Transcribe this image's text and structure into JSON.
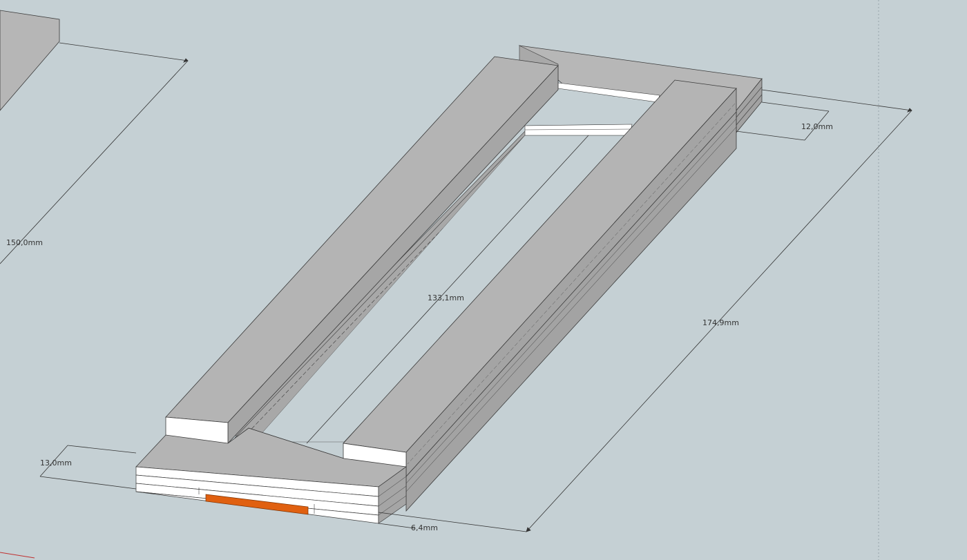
{
  "viewport": {
    "background": "#c5d0d4",
    "face_top": "#b4b4b4",
    "face_side": "#a3a3a3",
    "face_light": "#ffffff",
    "accent": "#e06010",
    "edge": "#3a3a3a",
    "dimension_color": "#333333"
  },
  "dimensions": {
    "left_width": "150,0mm",
    "center_span": "133,1mm",
    "total_length": "174,9mm",
    "slot_width": "12,0mm",
    "height": "13,0mm",
    "thickness": "6,4mm"
  }
}
